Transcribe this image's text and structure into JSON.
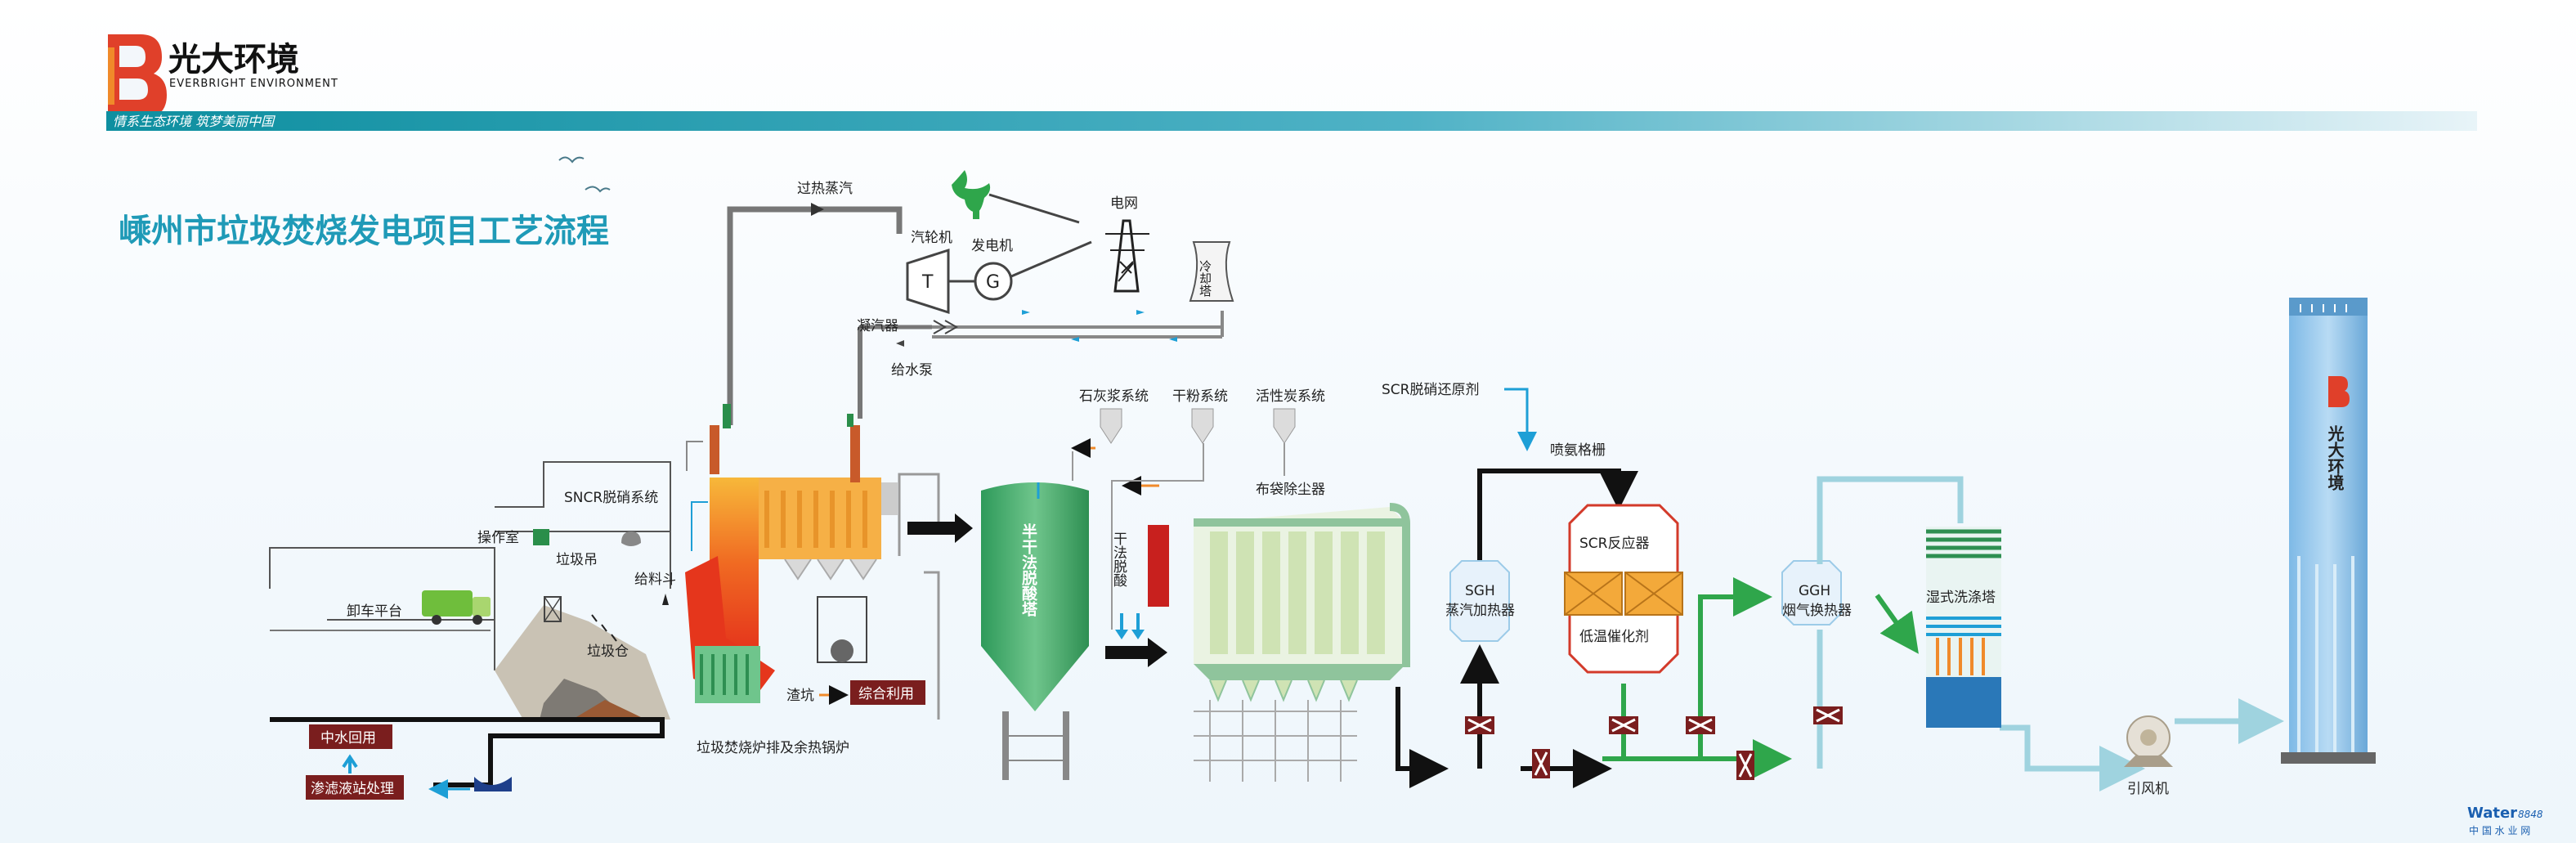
{
  "header": {
    "company_cn": "光大环境",
    "company_en": "EVERBRIGHT ENVIRONMENT",
    "slogan": "情系生态环境 筑梦美丽中国",
    "colors": {
      "brand_red": "#e0402a",
      "brand_teal": "#0e8fa0",
      "title_teal": "#1f9ab7"
    }
  },
  "title": "嵊州市垃圾焚烧发电项目工艺流程",
  "labels": {
    "superheated_steam": "过热蒸汽",
    "turbine": "汽轮机",
    "turbine_symbol": "T",
    "generator": "发电机",
    "generator_symbol": "G",
    "power_grid": "电网",
    "cooling_tower": "冷却塔",
    "condenser": "凝汽器",
    "feed_pump": "给水泵",
    "sncr": "SNCR脱硝系统",
    "control_room": "操作室",
    "crane": "垃圾吊",
    "feed_hopper": "给料斗",
    "unloading_platform": "卸车平台",
    "bunker": "垃圾仓",
    "slag_pit": "渣坑",
    "reuse": "综合利用",
    "water_reuse": "中水回用",
    "leachate": "渗滤液站处理",
    "furnace_boiler": "垃圾焚烧炉排及余热锅炉",
    "lime_system": "石灰浆系统",
    "dry_powder": "干粉系统",
    "activated_carbon": "活性炭系统",
    "semi_dry_tower": "半干法脱酸塔",
    "dry_deacid": "干法脱酸",
    "red_box": "",
    "baghouse": "布袋除尘器",
    "scr_reductant": "SCR脱硝还原剂",
    "ammonia_grid": "喷氨格栅",
    "sgh": "SGH",
    "sgh_cn": "蒸汽加热器",
    "scr_reactor": "SCR反应器",
    "low_temp_catalyst": "低温催化剂",
    "ggh": "GGH",
    "ggh_cn": "烟气换热器",
    "wet_scrubber": "湿式洗涤塔",
    "id_fan": "引风机",
    "stack_text": "光大环境"
  },
  "watermark": {
    "brand": "Water",
    "sub": "中 国 水 业 网",
    "number": "8848"
  }
}
